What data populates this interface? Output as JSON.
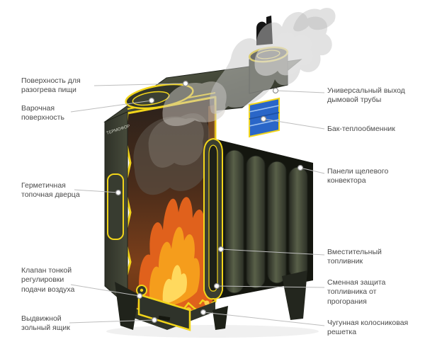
{
  "diagram": {
    "kind": "stove-cutaway-diagram",
    "brand": {
      "logo_text": "ТЕРМОФОР"
    },
    "labels_left": [
      "Поверхность для разогрева пищи",
      "Варочная поверхность",
      "Герметичная топочная дверца",
      "Клапан тонкой регулировки подачи воздуха",
      "Выдвижной зольный ящик"
    ],
    "labels_right": [
      "Универсальный выход дымовой трубы",
      "Бак-теплообменник",
      "Панели щелевого конвектора",
      "Вместительный топливник",
      "Сменная защита топливника от прогорания",
      "Чугунная колосниковая решетка"
    ]
  },
  "colors": {
    "background": "#ffffff",
    "label_text": "#4a4a4a",
    "leader_line": "#bdbdbd",
    "marker_stroke": "#8f8f8f",
    "cut_edge_yellow": "#f2d51a",
    "body_olive": "#3c4033",
    "body_dark": "#23261e",
    "flame_orange": "#e8671c",
    "flame_yellow": "#f7a81f",
    "flame_core": "#ffd95e",
    "tank_blue": "#2a66c8",
    "smoke_gray": "#c9c9c9"
  }
}
